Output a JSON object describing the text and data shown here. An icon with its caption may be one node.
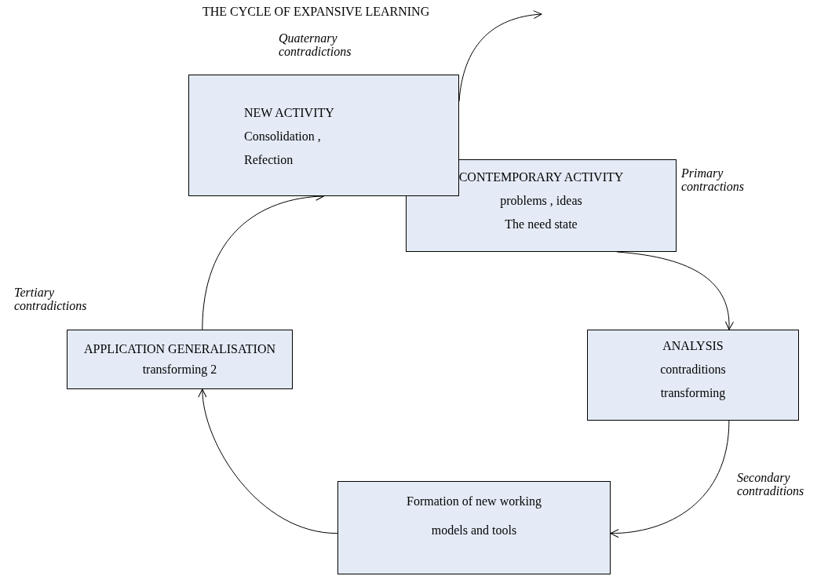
{
  "diagram": {
    "title": "THE CYCLE OF EXPANSIVE LEARNING",
    "nodes": [
      {
        "text": [
          "NEW ACTIVITY",
          "Consolidation ,",
          "Refection"
        ]
      },
      {
        "text": [
          "CONTEMPORARY ACTIVITY",
          "problems , ideas",
          "The need state"
        ]
      },
      {
        "text": [
          "ANALYSIS",
          "contraditions",
          "transforming"
        ]
      },
      {
        "text": [
          "Formation of new working models and tools"
        ]
      },
      {
        "text": [
          "APPLICATION GENERALISATION",
          "transforming 2"
        ]
      }
    ],
    "edges": [
      {
        "from": 0,
        "to": null,
        "arrow": "to"
      },
      {
        "from": 1,
        "to": 2,
        "arrow": "to"
      },
      {
        "from": 2,
        "to": 3,
        "arrow": "to"
      },
      {
        "from": 3,
        "to": 4,
        "arrow": "to"
      },
      {
        "from": 4,
        "to": 0,
        "arrow": "to"
      }
    ],
    "labels": [
      "Quaternary contradictions",
      "Primary contractions",
      "Tertiary contradictions",
      "Secondary contraditions"
    ]
  }
}
